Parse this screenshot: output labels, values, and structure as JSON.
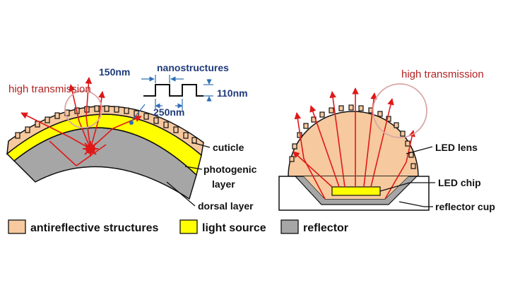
{
  "left_diagram": {
    "high_transmission": "high transmission",
    "nanostructures": "nanostructures",
    "dim_width": "150nm",
    "dim_height": "110nm",
    "dim_period": "250nm",
    "labels": {
      "cuticle": "cuticle",
      "photogenic_1": "photogenic",
      "photogenic_2": "layer",
      "dorsal": "dorsal layer"
    }
  },
  "right_diagram": {
    "high_transmission": "high transmission",
    "labels": {
      "lens": "LED lens",
      "chip": "LED chip",
      "cup": "reflector cup"
    }
  },
  "legend": {
    "items": [
      {
        "label": "antireflective structures",
        "color": "#f6c99e"
      },
      {
        "label": "light source",
        "color": "#ffff00"
      },
      {
        "label": "reflector",
        "color": "#a6a6a6"
      }
    ]
  },
  "colors": {
    "ray": "#e01818",
    "annotation_red": "#b22222",
    "annotation_blue": "#1f3a7a",
    "circle": "#d9a6a6"
  }
}
